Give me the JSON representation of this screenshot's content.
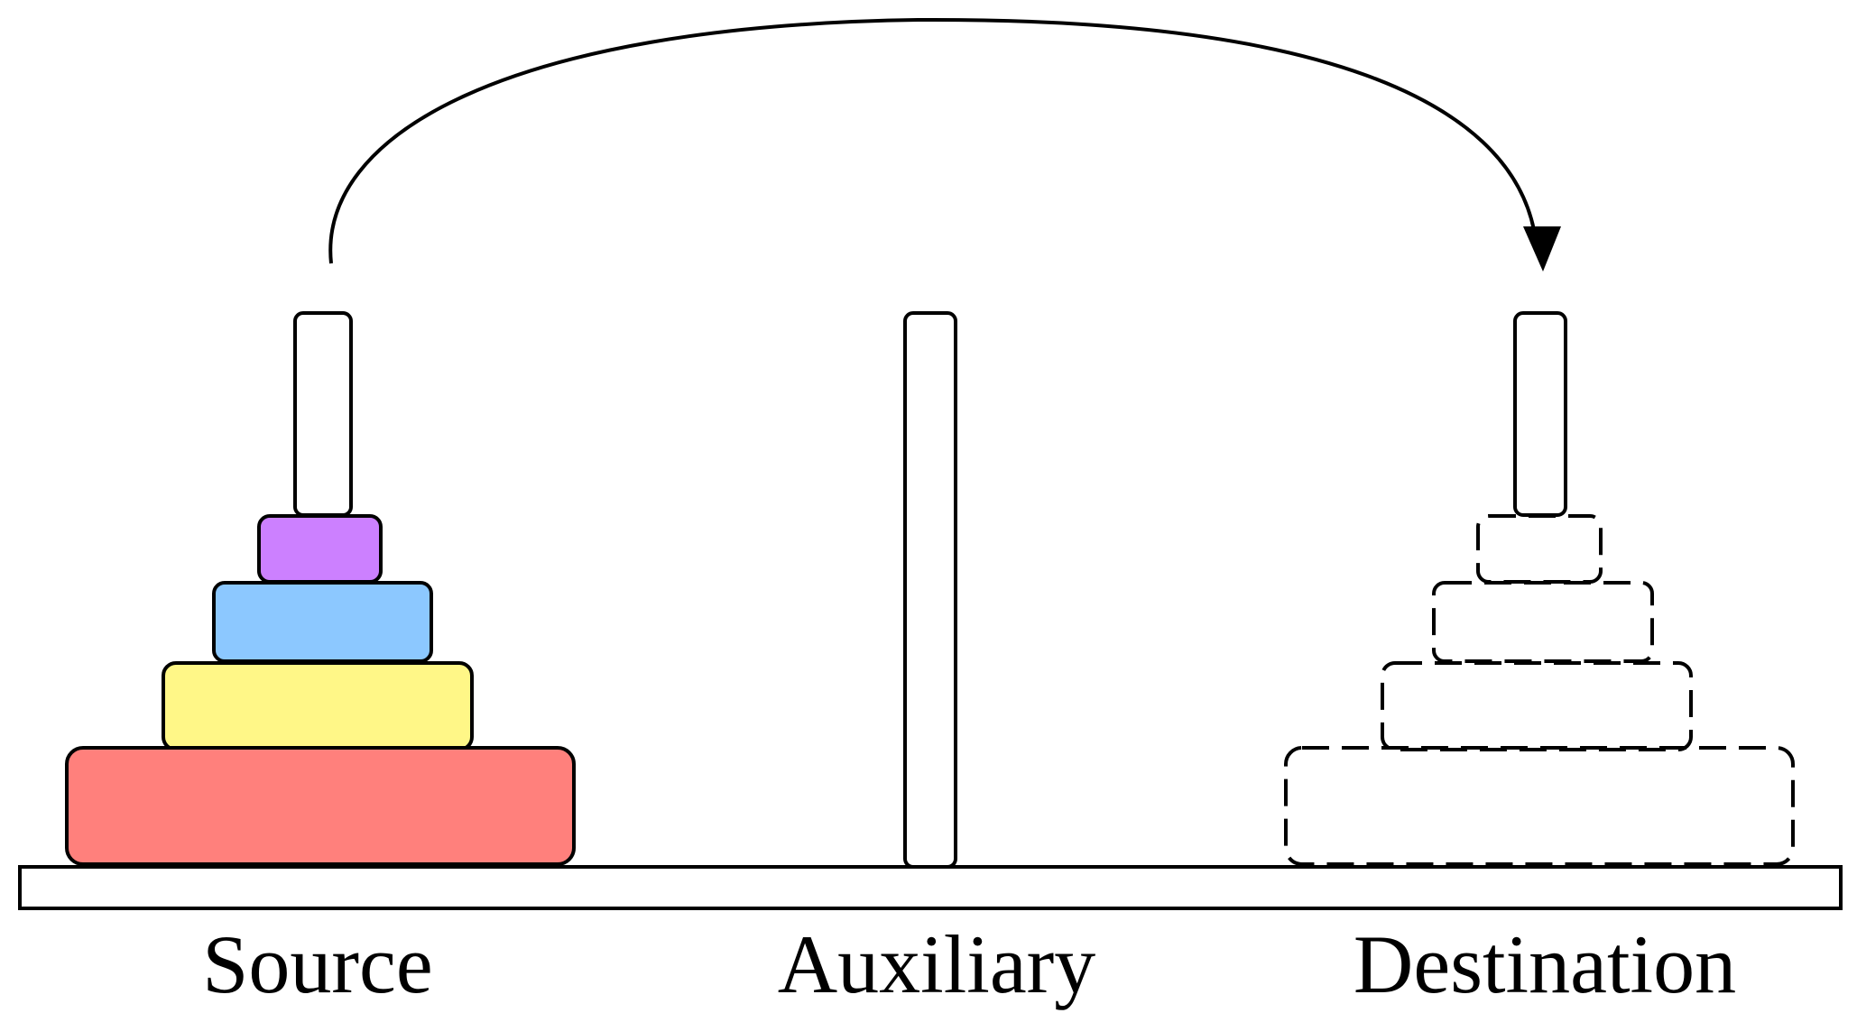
{
  "pegs": [
    {
      "id": "source",
      "label": "Source"
    },
    {
      "id": "auxiliary",
      "label": "Auxiliary"
    },
    {
      "id": "destination",
      "label": "Destination"
    }
  ],
  "disks_on_source": [
    {
      "size_rank": 1,
      "color": "#CC80FF"
    },
    {
      "size_rank": 2,
      "color": "#8CC8FF"
    },
    {
      "size_rank": 3,
      "color": "#FFF787"
    },
    {
      "size_rank": 4,
      "color": "#FF807C"
    }
  ],
  "destination_ghost_disks": 4,
  "move_arrow": {
    "from": "source",
    "to": "destination"
  }
}
